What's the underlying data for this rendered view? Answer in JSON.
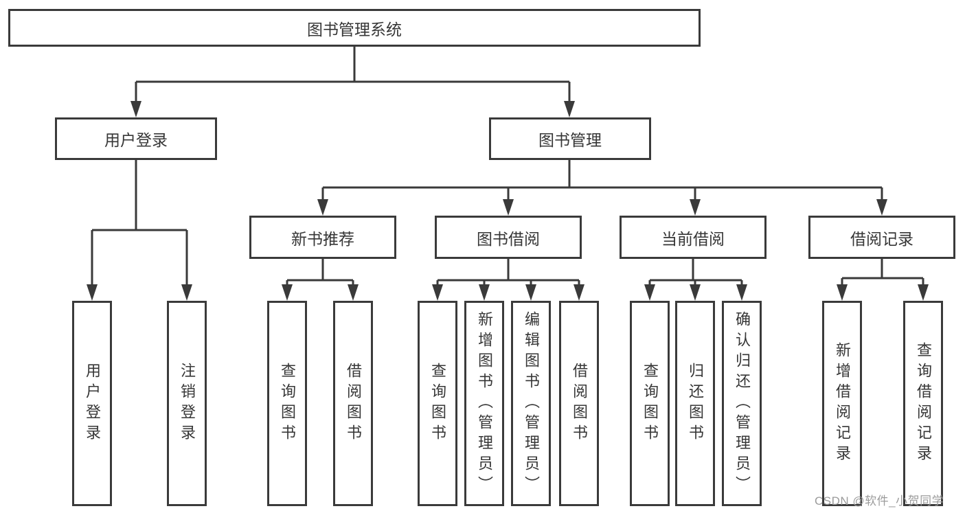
{
  "diagram_type": "functional-structure-tree",
  "colors": {
    "line": "#3a3a3a",
    "box_border": "#3a3a3a",
    "box_fill": "#ffffff",
    "text": "#363636",
    "watermark": "#9b9b9b",
    "background": "#ffffff"
  },
  "tree": {
    "label": "图书管理系统",
    "children": [
      {
        "label": "用户登录",
        "children": [
          {
            "label": "用户登录"
          },
          {
            "label": "注销登录"
          }
        ]
      },
      {
        "label": "图书管理",
        "children": [
          {
            "label": "新书推荐",
            "children": [
              {
                "label": "查询图书"
              },
              {
                "label": "借阅图书"
              }
            ]
          },
          {
            "label": "图书借阅",
            "children": [
              {
                "label": "查询图书"
              },
              {
                "label": "新增图书（管理员）"
              },
              {
                "label": "编辑图书（管理员）"
              },
              {
                "label": "借阅图书"
              }
            ]
          },
          {
            "label": "当前借阅",
            "children": [
              {
                "label": "查询图书"
              },
              {
                "label": "归还图书"
              },
              {
                "label": "确认归还（管理员）"
              }
            ]
          },
          {
            "label": "借阅记录",
            "children": [
              {
                "label": "新增借阅记录"
              },
              {
                "label": "查询借阅记录"
              }
            ]
          }
        ]
      }
    ]
  },
  "watermark": {
    "text": "CSDN @软件_小贺同学"
  }
}
